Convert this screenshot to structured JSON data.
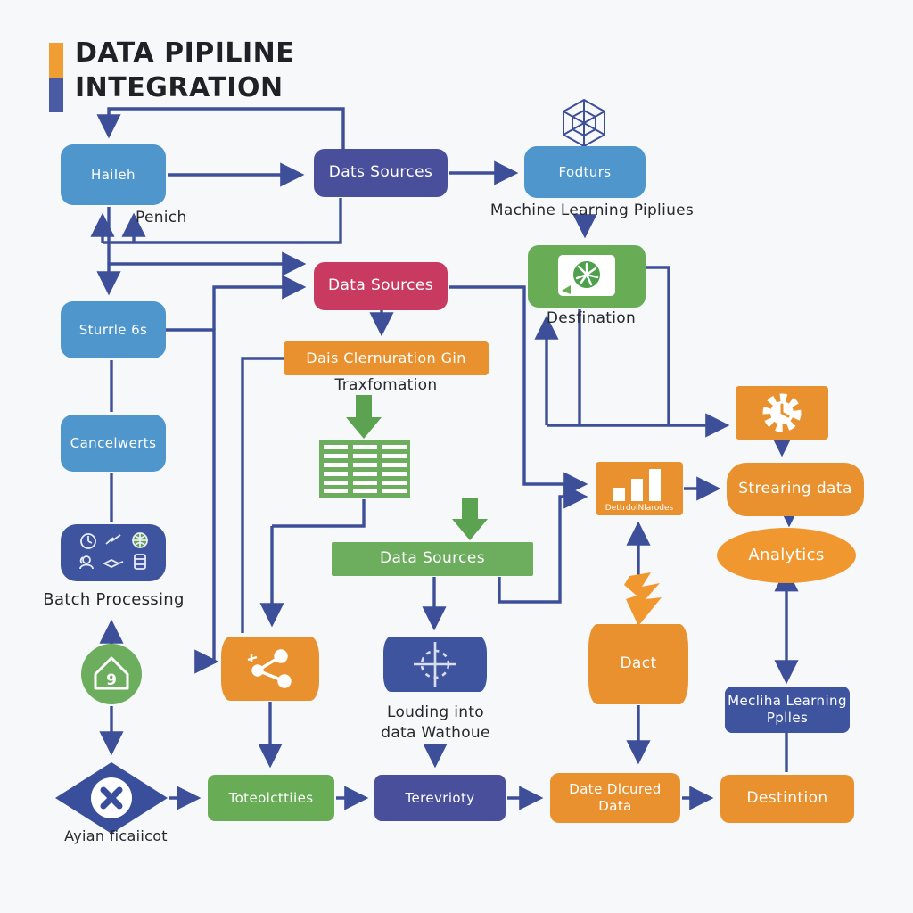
{
  "title": {
    "line1": "DATA PIPILINE",
    "line2": "INTEGRATION"
  },
  "colors": {
    "accent_orange": "#e9912e",
    "accent_blue_light": "#4e96cb",
    "accent_purple": "#4a4f9c",
    "accent_navy": "#3f549e",
    "accent_red": "#c93a60",
    "accent_green": "#68ad55",
    "connector": "#3e4f9a",
    "background": "#f7f8fa"
  },
  "nodes": {
    "haileh": {
      "label": "Haileh"
    },
    "dats_sources": {
      "label": "Dats Sources"
    },
    "fodturs": {
      "label": "Fodturs"
    },
    "ml_caption": {
      "label": "Machine Learning Pipliues"
    },
    "destination_caption": {
      "label": "Desfination"
    },
    "red_data_sources": {
      "label": "Data Sources"
    },
    "data_cleaning": {
      "label": "Dais Clernuration Gin"
    },
    "transformation_caption": {
      "label": "Traxfomation"
    },
    "green_data_sources": {
      "label": "Data Sources"
    },
    "sturrle": {
      "label": "Sturrle 6s"
    },
    "cancelwerts": {
      "label": "Cancelwerts"
    },
    "batch_caption": {
      "label": "Batch Processing"
    },
    "penich_caption": {
      "label": "Penich"
    },
    "diamond_caption": {
      "label": "Ayian ficaiicot"
    },
    "toteolcttiies": {
      "label": "Toteolcttiies"
    },
    "terevrioty": {
      "label": "Terevrioty"
    },
    "date_dlcured": {
      "line1": "Date Dlcured",
      "line2": "Data"
    },
    "destintion": {
      "label": "Destintion"
    },
    "loading_caption": {
      "line1": "Louding into",
      "line2": "data Wathoue"
    },
    "bar_chart_box": {
      "label": "DettrdolNlarodes"
    },
    "dact": {
      "label": "Dact"
    },
    "streaming": {
      "label": "Strearing data"
    },
    "analytics": {
      "label": "Analytics"
    },
    "mecliha": {
      "line1": "Mecliha Learning",
      "line2": "Pplles"
    }
  },
  "icons": {
    "cube-icon": "wireframe hexagonal cube",
    "app-flower-icon": "white card with green asterisk flower",
    "gear-clock-icon": "white gear with clock hands",
    "gear-crosshair-icon": "dashed gear crosshair",
    "network-nodes-icon": "connected white nodes",
    "bar-chart-icon": "three ascending white bars",
    "table-grid-icon": "green spreadsheet grid",
    "house-icon": "white house outline in green circle",
    "x-circle-icon": "white circle with navy x in diamond",
    "clock-icon": "small clock",
    "spark-icon": "zigzag spark",
    "globe-icon": "green globe",
    "person-icon": "person head",
    "transfer-icon": "fish transfer arrow",
    "database-icon": "cylinder database"
  }
}
